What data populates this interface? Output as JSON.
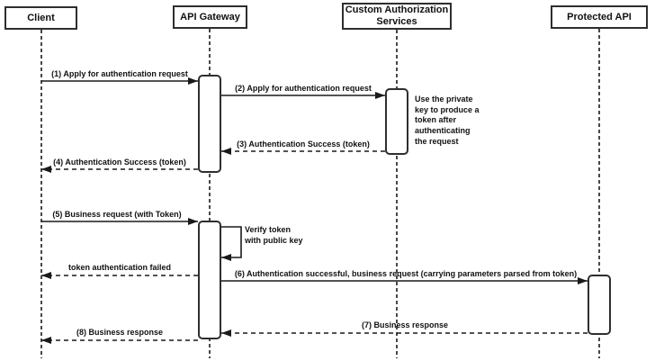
{
  "diagram": {
    "kind": "uml-sequence-diagram",
    "colors": {
      "line": "#1a1a1a",
      "background": "#ffffff"
    }
  },
  "participants": [
    {
      "id": "client",
      "label": "Client"
    },
    {
      "id": "api-gateway",
      "label": "API Gateway"
    },
    {
      "id": "custom-auth-services",
      "label": "Custom Authorization Services"
    },
    {
      "id": "protected-api",
      "label": "Protected API"
    }
  ],
  "messages": [
    {
      "label": "(1) Apply for authentication request",
      "from": "client",
      "to": "api-gateway",
      "style": "solid"
    },
    {
      "label": "(2) Apply for authentication request",
      "from": "api-gateway",
      "to": "custom-auth-services",
      "style": "solid"
    },
    {
      "label": "(3) Authentication Success (token)",
      "from": "custom-auth-services",
      "to": "api-gateway",
      "style": "dashed"
    },
    {
      "label": "(4) Authentication Success (token)",
      "from": "api-gateway",
      "to": "client",
      "style": "dashed"
    },
    {
      "label": "(5) Business request (with Token)",
      "from": "client",
      "to": "api-gateway",
      "style": "solid"
    },
    {
      "label": "token authentication failed",
      "from": "api-gateway",
      "to": "client",
      "style": "dashed"
    },
    {
      "label": "(6) Authentication successful, business request (carrying parameters parsed from token)",
      "from": "api-gateway",
      "to": "protected-api",
      "style": "solid"
    },
    {
      "label": "(7) Business response",
      "from": "protected-api",
      "to": "api-gateway",
      "style": "dashed"
    },
    {
      "label": "(8) Business response",
      "from": "api-gateway",
      "to": "client",
      "style": "dashed"
    }
  ],
  "notes": {
    "self_note": "Verify token\nwith public key",
    "cas_note": "Use the private\nkey to produce a\ntoken after\nauthenticating\nthe request"
  }
}
